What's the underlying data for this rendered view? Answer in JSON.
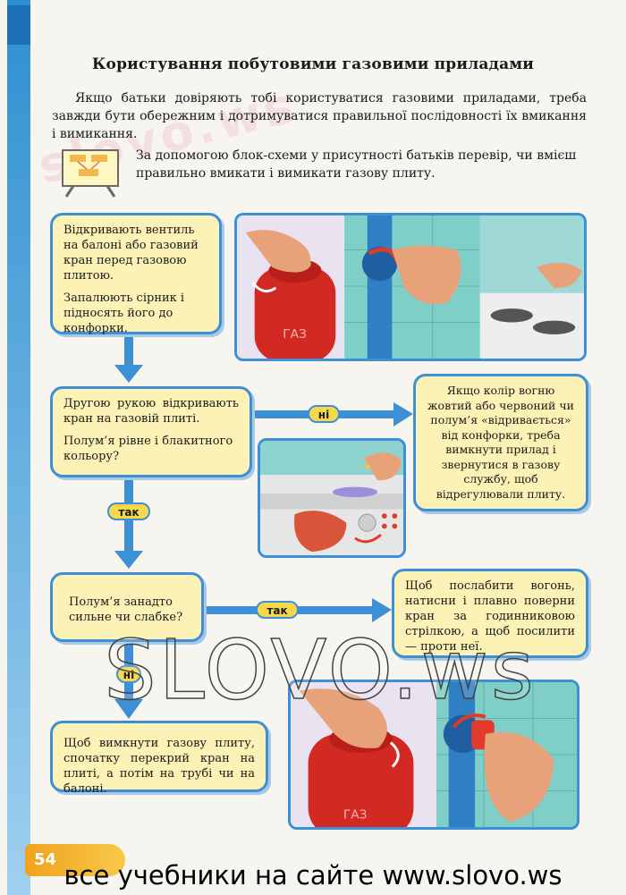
{
  "page": {
    "title": "Користування побутовими газовими приладами",
    "intro": "Якщо батьки довіряють тобі користуватися газовими приладами, треба завжди бути обережним і дотримуватися правильної послідовності їх вмикання і вимикання.",
    "task": "За допомогою блок-схеми у присутності батьків перевір, чи вмієш правильно вмикати і вимикати газову плиту.",
    "page_number": "54",
    "watermark_large": "SLOVO.ws",
    "watermark_faint": "slovo.ws",
    "footer": "все учебники на сайте www.slovo.ws"
  },
  "flowchart": {
    "step1": {
      "line1": "Відкривають вентиль на балоні або газовий кран перед газовою плитою.",
      "line2": "Запалюють сірник і підносять його до конфорки."
    },
    "step2": {
      "line1": "Другою рукою відкривають кран на газовій плиті.",
      "line2": "Полум’я рівне і блакитного кольору?"
    },
    "no_branch": "Якщо колір вогню жовтий або червоний чи полум’я «відривається» від конфорки, треба вимкнути прилад і звернутися в газову службу, щоб відрегулювали плиту.",
    "step3": "Полум’я занадто сильне чи слабке?",
    "yes_branch": "Щоб послабити вогонь, натисни і плавно поверни кран за годинниковою стрілкою, а щоб посилити — проти неї.",
    "step4": "Щоб вимкнути газову плиту, спочатку перекрий кран на плиті, а потім на трубі чи на балоні.",
    "labels": {
      "no_1": "ні",
      "yes_1": "так",
      "yes_2": "так",
      "no_2": "ні"
    },
    "cylinder_text": "ГАЗ"
  },
  "colors": {
    "box_fill": "#fdf2b6",
    "box_border": "#3d8fd6",
    "arrow": "#3d8fd6",
    "label_fill": "#f6d84a",
    "cylinder": "#d22a22"
  }
}
